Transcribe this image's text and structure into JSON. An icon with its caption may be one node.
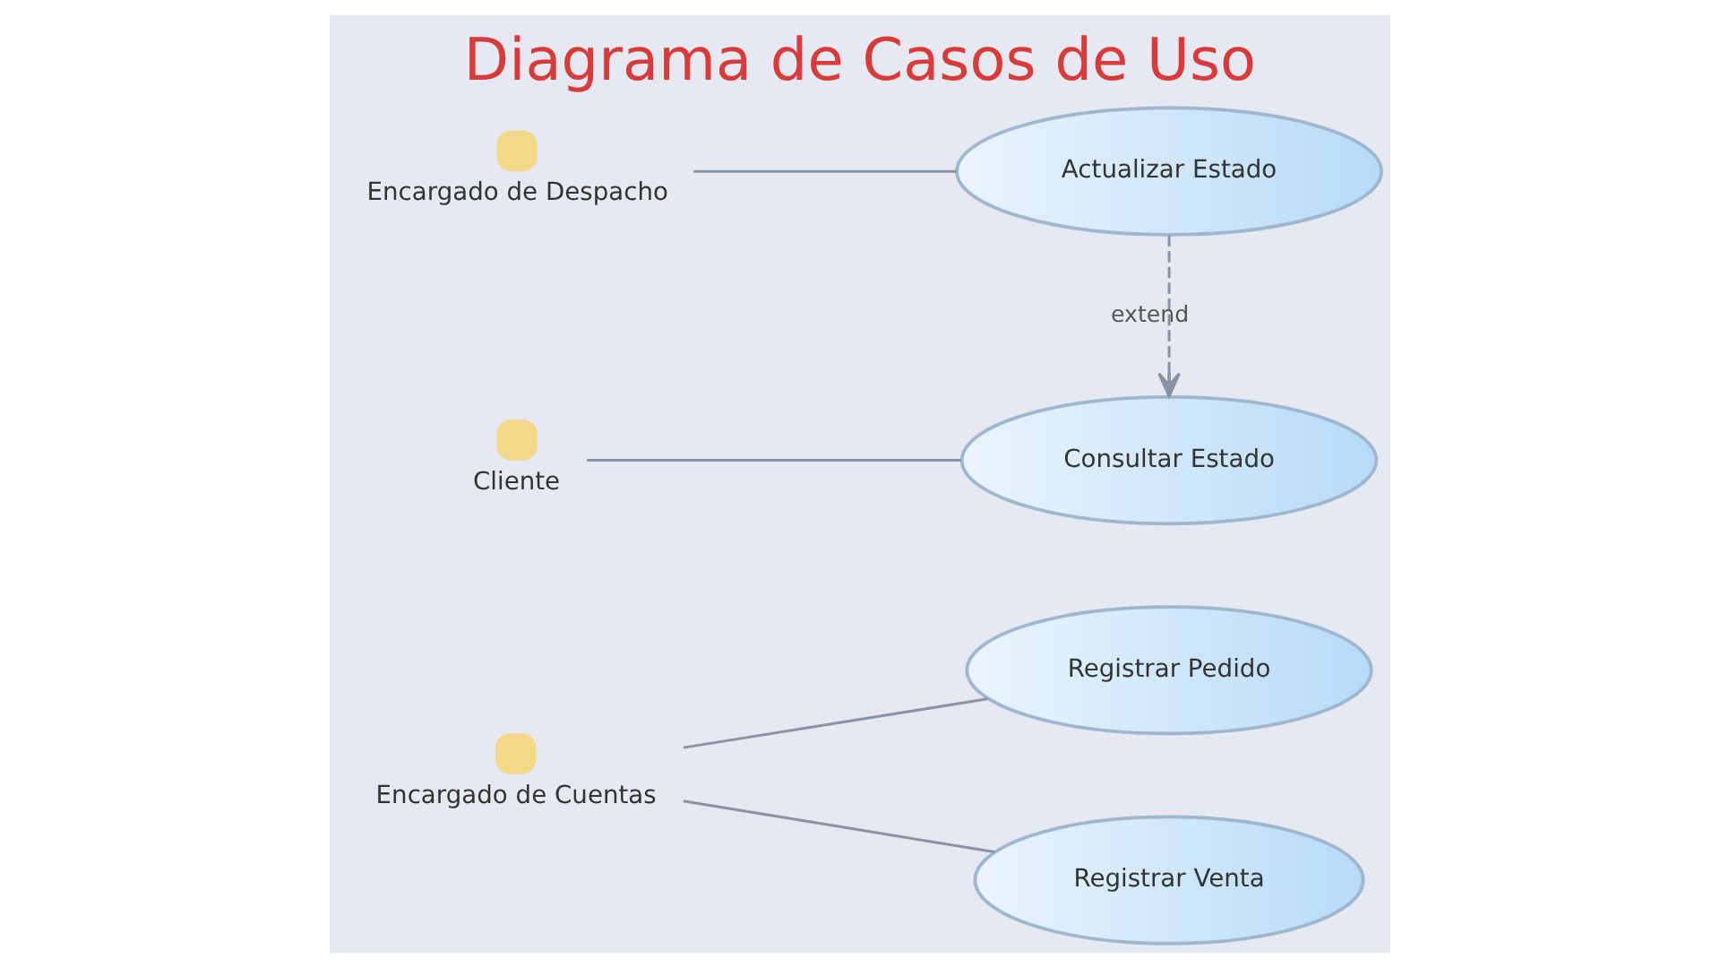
{
  "diagram": {
    "title": "Diagrama de Casos de Uso",
    "nodes": [
      {
        "text": [
          "Encargado de Cuentas"
        ]
      },
      {
        "text": [
          "Registrar Pedido"
        ]
      },
      {
        "text": [
          "Encargado de Despacho"
        ]
      },
      {
        "text": [
          "Registrar Venta"
        ]
      },
      {
        "text": [
          "Actualizar Estado"
        ]
      },
      {
        "text": [
          "Cliente"
        ]
      },
      {
        "text": [
          "Consultar Estado"
        ]
      }
    ],
    "edges": [
      {
        "from": 0,
        "to": 1,
        "arrow": "none"
      },
      {
        "from": 0,
        "to": 3,
        "arrow": "none"
      },
      {
        "from": 2,
        "to": 4,
        "arrow": "none"
      },
      {
        "from": 4,
        "to": 6,
        "arrow": "to",
        "label": "extend",
        "style": "dashed"
      },
      {
        "from": 5,
        "to": 6,
        "arrow": "none"
      }
    ]
  }
}
